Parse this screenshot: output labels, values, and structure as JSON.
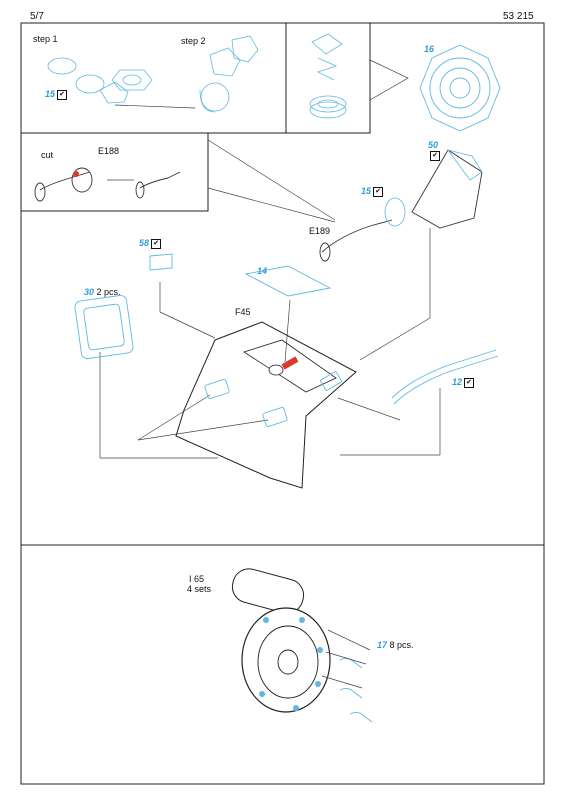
{
  "header": {
    "page": "5/7",
    "code": "53 215"
  },
  "top_panel": {
    "step1": "step 1",
    "step2": "step 2",
    "part15_a": "15",
    "part16": "16"
  },
  "cut_panel": {
    "cut": "cut",
    "e188": "E188"
  },
  "main": {
    "part50": "50",
    "part15_b": "15",
    "e189": "E189",
    "part58": "58",
    "part14": "14",
    "part30": "30",
    "pcs2": "2 pcs.",
    "f45": "F45",
    "part12": "12"
  },
  "bottom": {
    "i65": "I 65",
    "sets": "4 sets",
    "part17": "17",
    "pcs8": "8 pcs."
  },
  "colors": {
    "part_number": "#2a9fd6",
    "etch_outline": "#5fb7e6",
    "highlight": "#d93a2b"
  }
}
